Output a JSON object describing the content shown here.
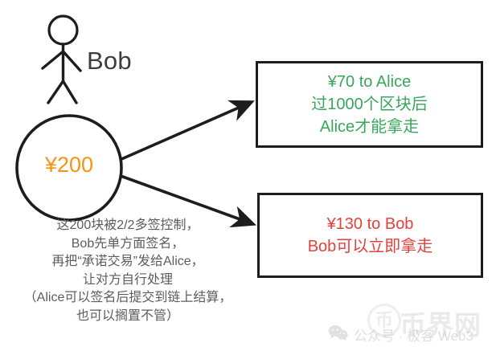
{
  "diagram": {
    "actor": {
      "name": "Bob",
      "icon": "stick-figure-person-icon"
    },
    "funding": {
      "amount": "¥200",
      "shape": "circle"
    },
    "arrows": [
      {
        "from": "funding-circle",
        "to": "outcome-box-alice"
      },
      {
        "from": "funding-circle",
        "to": "outcome-box-bob"
      }
    ],
    "outcomes": [
      {
        "id": "alice",
        "color": "#3aa65c",
        "lines": [
          "¥70 to Alice",
          "过1000个区块后",
          "Alice才能拿走"
        ]
      },
      {
        "id": "bob",
        "color": "#e4403c",
        "lines": [
          "¥130 to Bob",
          "Bob可以立即拿走"
        ]
      }
    ],
    "caption": {
      "color": "#5c5c5c",
      "lines": [
        "这200块被2/2多签控制，",
        "Bob先单方面签名，",
        "再把“承诺交易”发给Alice，",
        "让对方自行处理",
        "（Alice可以签名后提交到链上结算，",
        "也可以搁置不管）"
      ]
    }
  },
  "watermarks": {
    "brand": {
      "text": "币界网",
      "logo_glyph": "币",
      "color": "#bdbdbd"
    },
    "account": {
      "icon": "wechat-icon",
      "text": "公众号 · 极客 Web3",
      "color": "#c4c4c4"
    }
  }
}
